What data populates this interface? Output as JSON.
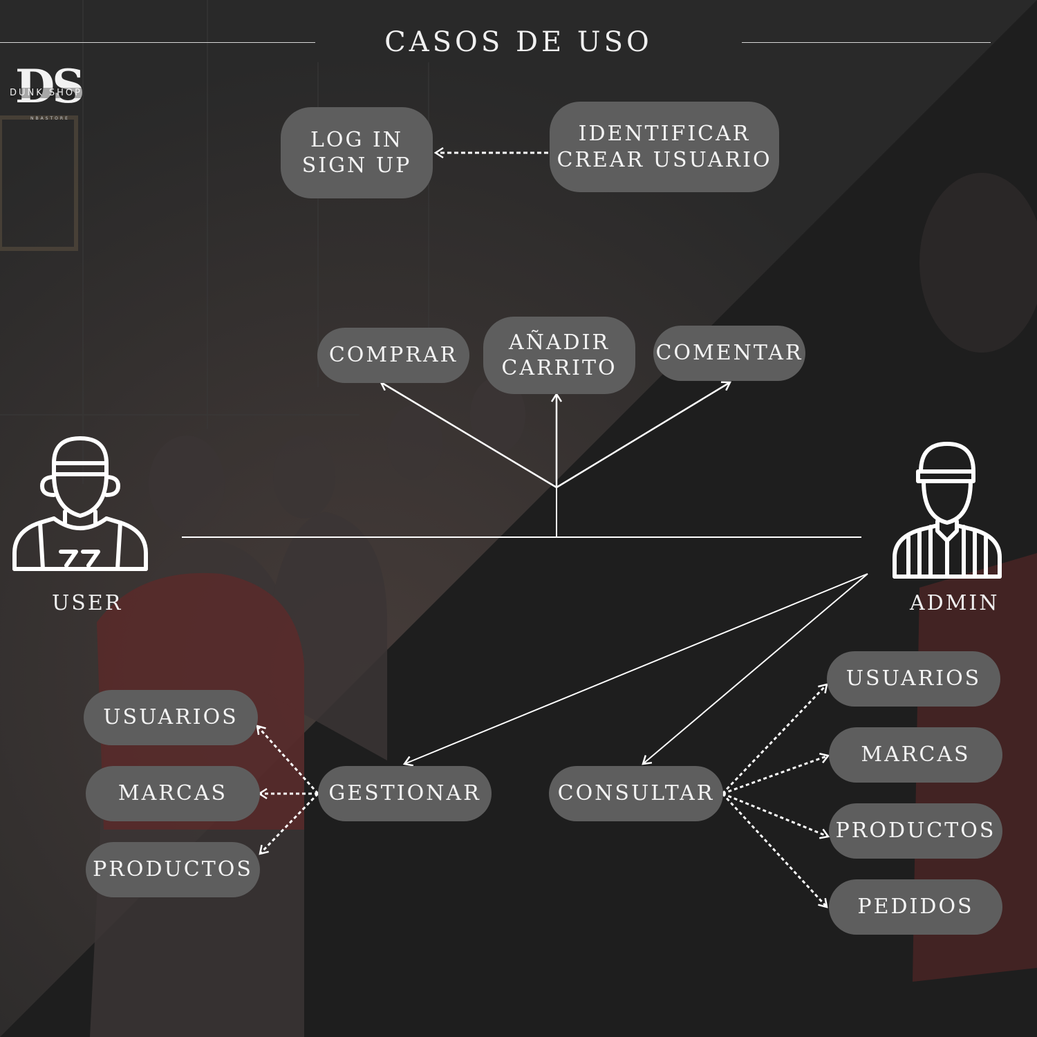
{
  "title": "CASOS DE USO",
  "logo": {
    "initials": "DS",
    "name": "DUNK SHOP",
    "tagline": "NBASTORE"
  },
  "auth": {
    "login": [
      "LOG IN",
      "SIGN UP"
    ],
    "identify": [
      "IDENTIFICAR",
      "CREAR USUARIO"
    ]
  },
  "user_cases": {
    "comprar": "COMPRAR",
    "anadir": [
      "AÑADIR",
      "CARRITO"
    ],
    "comentar": "COMENTAR"
  },
  "actors": {
    "user": "USER",
    "admin": "ADMIN"
  },
  "gestionar": {
    "label": "GESTIONAR",
    "items": [
      "USUARIOS",
      "MARCAS",
      "PRODUCTOS"
    ]
  },
  "consultar": {
    "label": "CONSULTAR",
    "items": [
      "USUARIOS",
      "MARCAS",
      "PRODUCTOS",
      "PEDIDOS"
    ]
  },
  "colors": {
    "node": "#5e5e5e",
    "line": "#ffffff",
    "background": "#1c1c1c"
  },
  "icons": {
    "user": "basketball-player-icon",
    "admin": "referee-icon"
  }
}
